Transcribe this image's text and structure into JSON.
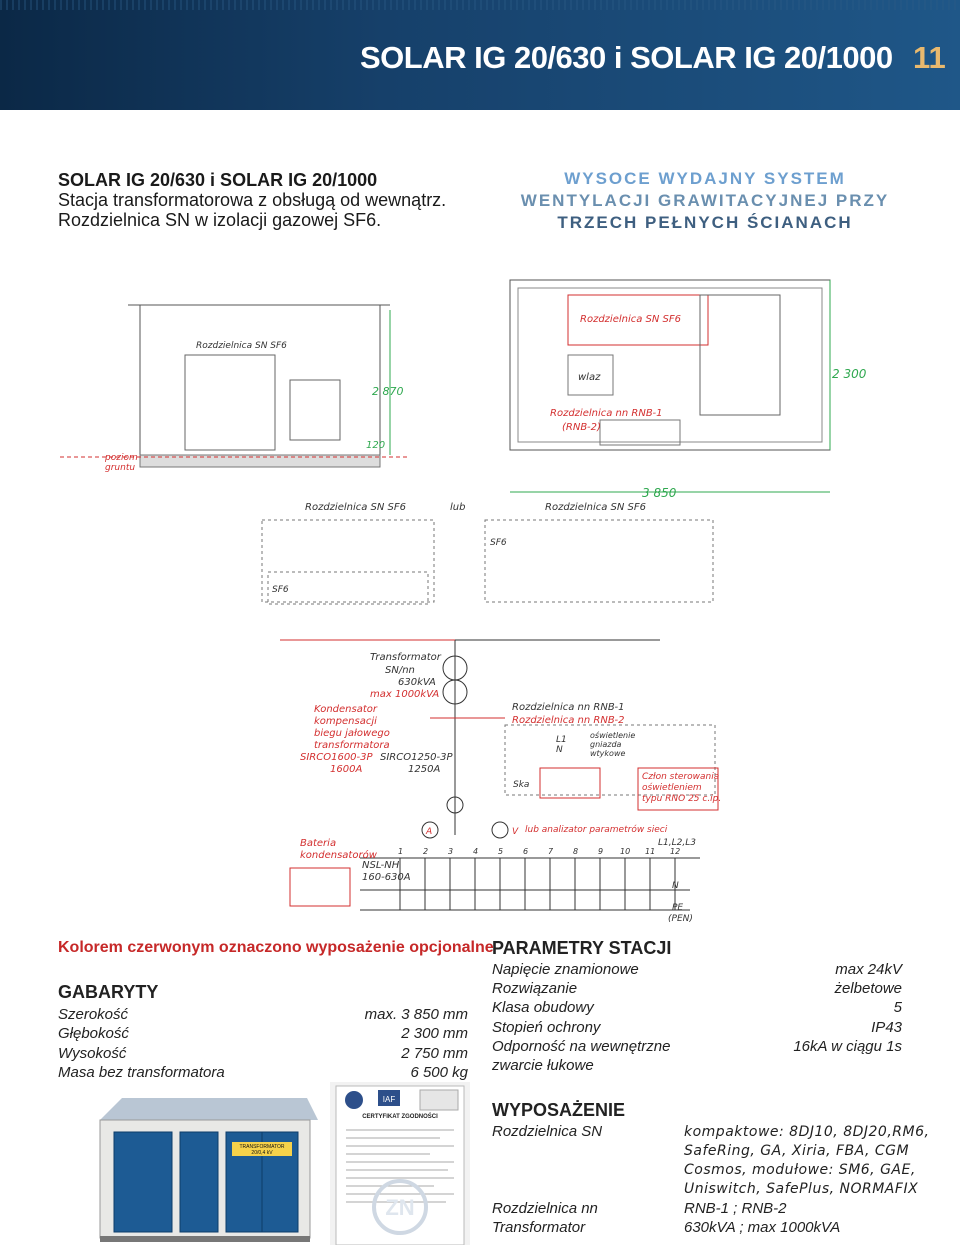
{
  "banner": {
    "title": "SOLAR IG   20/630 i SOLAR IG 20/1000",
    "page_number": "11"
  },
  "intro": {
    "line1": "SOLAR IG 20/630 i SOLAR IG 20/1000",
    "line2": "Stacja transformatorowa z obsługą od wewnątrz.",
    "line3": "Rozdzielnica SN w izolacji gazowej SF6."
  },
  "ventilation": {
    "line1": "WYSOCE WYDAJNY SYSTEM",
    "line2": "WENTYLACJI GRAWITACYJNEJ PRZY",
    "line3": "TRZECH PEŁNYCH ŚCIANACH"
  },
  "drawing": {
    "section_switchgear": "Rozdzielnica SN SF6",
    "ground_line1": "poziom",
    "ground_line2": "gruntu",
    "dim_2870": "2 870",
    "dim_120": "120",
    "plan_switchgear": "Rozdzielnica SN SF6",
    "plan_entrance": "wlaz",
    "plan_lv_line1": "Rozdzielnica nn RNB-1",
    "plan_lv_line2": "(RNB-2)",
    "dim_2300": "2 300",
    "dim_3850": "3 850"
  },
  "schematic": {
    "left_switchgear": "Rozdzielnica SN SF6",
    "or": "lub",
    "right_switchgear": "Rozdzielnica SN SF6",
    "sf6_a": "SF6",
    "sf6_b": "SF6",
    "transformer_line1": "Transformator",
    "transformer_line2": "SN/nn",
    "transformer_line3": "630kVA",
    "transformer_line4": "max 1000kVA",
    "capacitor_line1": "Kondensator",
    "capacitor_line2": "kompensacji",
    "capacitor_line3": "biegu jałowego",
    "capacitor_line4": "transformatora",
    "sirco1600": "SIRCO1600-3P",
    "sirco1600_a": "1600A",
    "sirco1250": "SIRCO1250-3P",
    "sirco1250_a": "1250A",
    "lv_line1": "Rozdzielnica nn RNB-1",
    "lv_line2": "Rozdzielnica nn RNB-2",
    "l1": "L1",
    "n_label": "N",
    "lighting_line1": "oświetlenie",
    "lighting_line2": "gniazda",
    "lighting_line3": "wtykowe",
    "ska": "Ska",
    "control_line1": "Człon sterowania",
    "control_line2": "oświetleniem",
    "control_line3": "typu RNO 25 c.ip.",
    "ammeter": "A",
    "voltmeter": "V",
    "analyzer": "lub analizator parametrów sieci",
    "battery_line1": "Bateria",
    "battery_line2": "kondensatorów",
    "nsl_line1": "NSL-NH",
    "nsl_line2": "160-630A",
    "l123": "L1,L2,L3",
    "n_bus": "N",
    "pe_line1": "PE",
    "pe_line2": "(PEN)",
    "feeders": [
      "1",
      "2",
      "3",
      "4",
      "5",
      "6",
      "7",
      "8",
      "9",
      "10",
      "11",
      "12"
    ]
  },
  "optional_note": "Kolorem czerwonym oznaczono wyposażenie opcjonalne",
  "dimensions": {
    "heading": "GABARYTY",
    "rows": [
      {
        "label": "Szerokość",
        "value": "max. 3 850 mm"
      },
      {
        "label": "Głębokość",
        "value": "2 300 mm"
      },
      {
        "label": "Wysokość",
        "value": "2 750 mm"
      },
      {
        "label": "Masa bez transformatora",
        "value": "6 500 kg"
      }
    ]
  },
  "parameters": {
    "heading": "PARAMETRY STACJI",
    "rows": [
      {
        "label": "Napięcie znamionowe",
        "value": "max 24kV"
      },
      {
        "label": "Rozwiązanie",
        "value": "żelbetowe"
      },
      {
        "label": "Klasa obudowy",
        "value": "5"
      },
      {
        "label": "Stopień ochrony",
        "value": "IP43"
      },
      {
        "label": "Odporność na wewnętrzne",
        "value": "16kA w ciągu 1s"
      },
      {
        "label": "zwarcie łukowe",
        "value": ""
      }
    ]
  },
  "equipment": {
    "heading": "WYPOSAŻENIE",
    "sn_label": "Rozdzielnica SN",
    "sn_values": [
      "kompaktowe: 8DJ10, 8DJ20,RM6,",
      "SafeRing, GA, Xiria, FBA, CGM",
      "Cosmos, modułowe: SM6, GAE,",
      "Uniswitch, SafePlus, NORMAFIX"
    ],
    "nn_label": "Rozdzielnica nn",
    "nn_value": "RNB-1 ; RNB-2",
    "tr_label": "Transformator",
    "tr_value": "630kVA ; max 1000kVA"
  },
  "photo": {
    "sign_line1": "TRANSFORMATOR",
    "sign_line2": "20/0,4 kV"
  },
  "certificate": {
    "logo": "IAF",
    "title": "CERTYFIKAT ZGODNOŚCI",
    "watermark": "ZN"
  },
  "colors": {
    "banner": "#16406a",
    "accent_number": "#e9b96e",
    "heading_blue": "#6d9fcf",
    "optional_red": "#c62828",
    "drawing_green": "#2fa84f",
    "drawing_red": "#d32f2f"
  }
}
